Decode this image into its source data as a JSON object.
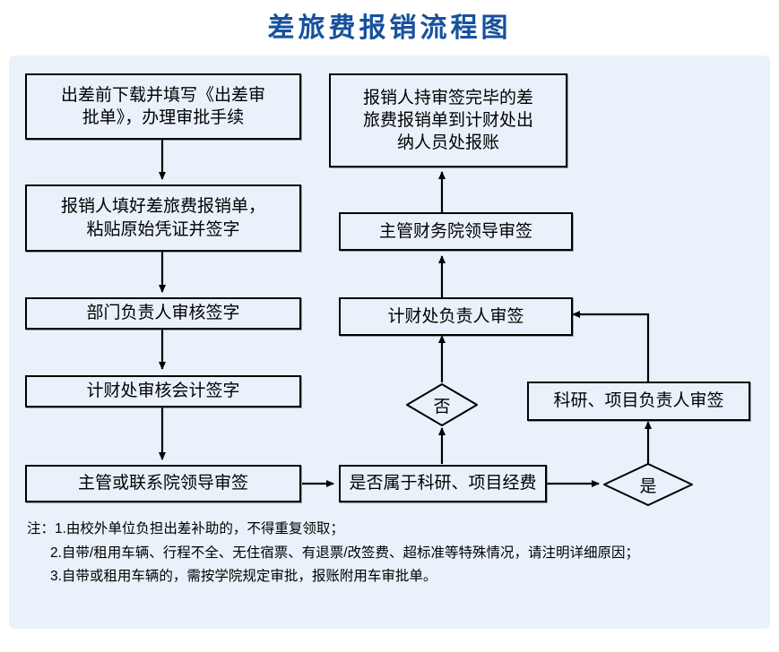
{
  "title": "差旅费报销流程图",
  "theme": {
    "title_color": "#17519e",
    "panel_background": "#e9f2fb",
    "node_border": "#000000",
    "node_background": "#e9f2fb",
    "text_color": "#000000"
  },
  "chart_data": {
    "type": "flowchart",
    "title": "差旅费报销流程图",
    "nodes": [
      {
        "id": "n1",
        "shape": "rect",
        "label": "出差前下载并填写《出差审\n批单》，办理审批手续"
      },
      {
        "id": "n2",
        "shape": "rect",
        "label": "报销人填好差旅费报销单，\n粘贴原始凭证并签字"
      },
      {
        "id": "n3",
        "shape": "rect",
        "label": "部门负责人审核签字"
      },
      {
        "id": "n4",
        "shape": "rect",
        "label": "计财处审核会计签字"
      },
      {
        "id": "n5",
        "shape": "rect",
        "label": "主管或联系院领导审签"
      },
      {
        "id": "n6",
        "shape": "rect",
        "label": "是否属于科研、项目经费"
      },
      {
        "id": "d1",
        "shape": "diamond",
        "label": "是"
      },
      {
        "id": "d2",
        "shape": "diamond",
        "label": "否"
      },
      {
        "id": "n7",
        "shape": "rect",
        "label": "科研、项目负责人审签"
      },
      {
        "id": "n8",
        "shape": "rect",
        "label": "计财处负责人审签"
      },
      {
        "id": "n9",
        "shape": "rect",
        "label": "主管财务院领导审签"
      },
      {
        "id": "n10",
        "shape": "rect",
        "label": "报销人持审签完毕的差\n旅费报销单到计财处出\n纳人员处报账"
      }
    ],
    "edges": [
      {
        "from": "n1",
        "to": "n2"
      },
      {
        "from": "n2",
        "to": "n3"
      },
      {
        "from": "n3",
        "to": "n4"
      },
      {
        "from": "n4",
        "to": "n5"
      },
      {
        "from": "n5",
        "to": "n6"
      },
      {
        "from": "n6",
        "to": "d1"
      },
      {
        "from": "d1",
        "to": "n7"
      },
      {
        "from": "n7",
        "to": "n8"
      },
      {
        "from": "n6",
        "to": "d2"
      },
      {
        "from": "d2",
        "to": "n8"
      },
      {
        "from": "n8",
        "to": "n9"
      },
      {
        "from": "n9",
        "to": "n10"
      }
    ]
  },
  "notes": {
    "line1": "注：1.由校外单位负担出差补助的，不得重复领取；",
    "line2": "2.自带/租用车辆、行程不全、无住宿票、有退票/改签费、超标准等特殊情况，请注明详细原因；",
    "line3": "3.自带或租用车辆的，需按学院规定审批，报账附用车审批单。"
  }
}
